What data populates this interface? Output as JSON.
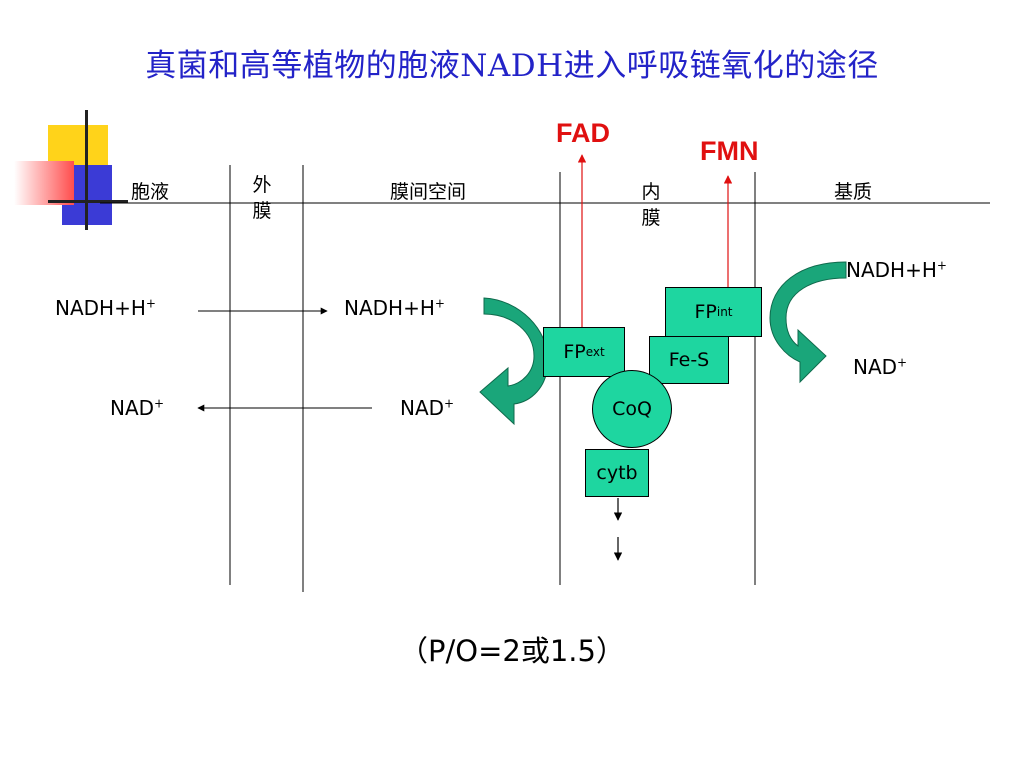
{
  "title": "真菌和高等植物的胞液NADH进入呼吸链氧化的途径",
  "regions": {
    "cytosol": "胞液",
    "outer_membrane_1": "外",
    "outer_membrane_2": "膜",
    "intermembrane": "膜间空间",
    "inner_membrane_1": "内",
    "inner_membrane_2": "膜",
    "matrix": "基质"
  },
  "species": {
    "nadh_base": "NADH+H",
    "nad_base": "NAD",
    "plus": "+"
  },
  "enzymes": {
    "fad": "FAD",
    "fmn": "FMN",
    "fp_base": "FP",
    "fp_ext_sub": "ext",
    "fp_int_sub": "int",
    "fes": "Fe-S",
    "coq": "CoQ",
    "cytb": "cytb"
  },
  "po_ratio": "（P/O=2或1.5）",
  "colors": {
    "title": "#2323c8",
    "label_red": "#e01010",
    "box_fill": "#1ed6a0",
    "curved_arrow": "#1aa67a"
  }
}
